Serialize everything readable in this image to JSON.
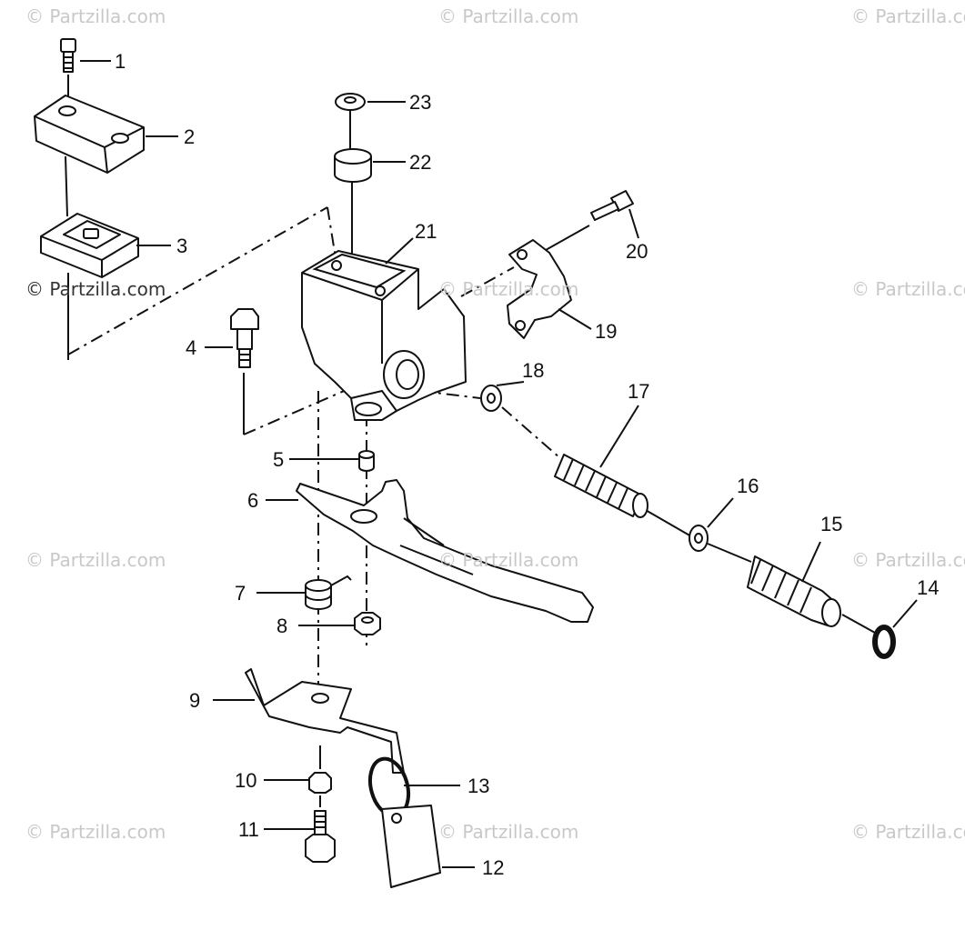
{
  "watermark": {
    "text": "© Partzilla.com"
  },
  "callouts": [
    "1",
    "2",
    "3",
    "4",
    "5",
    "6",
    "7",
    "8",
    "9",
    "10",
    "11",
    "12",
    "13",
    "14",
    "15",
    "16",
    "17",
    "18",
    "19",
    "20",
    "21",
    "22",
    "23"
  ],
  "parts": {
    "screw": "screw-icon",
    "cover": "reservoir-cover-icon",
    "diaphragm": "diaphragm-icon",
    "pivot_bolt": "pivot-bolt-icon",
    "bushing": "bushing-icon",
    "lever": "brake-lever-icon",
    "spring": "torsion-spring-icon",
    "nut": "nut-icon",
    "bracket": "switch-bracket-icon",
    "tag": "tag-icon",
    "ring": "ring-icon",
    "washer": "washer-icon",
    "boot": "boot-icon",
    "piston_spring": "piston-spring-icon",
    "clamp": "clamp-icon",
    "body": "master-cylinder-icon",
    "cap": "cap-icon"
  },
  "colors": {
    "line": "#111111",
    "watermark": "#c8c8c8"
  }
}
